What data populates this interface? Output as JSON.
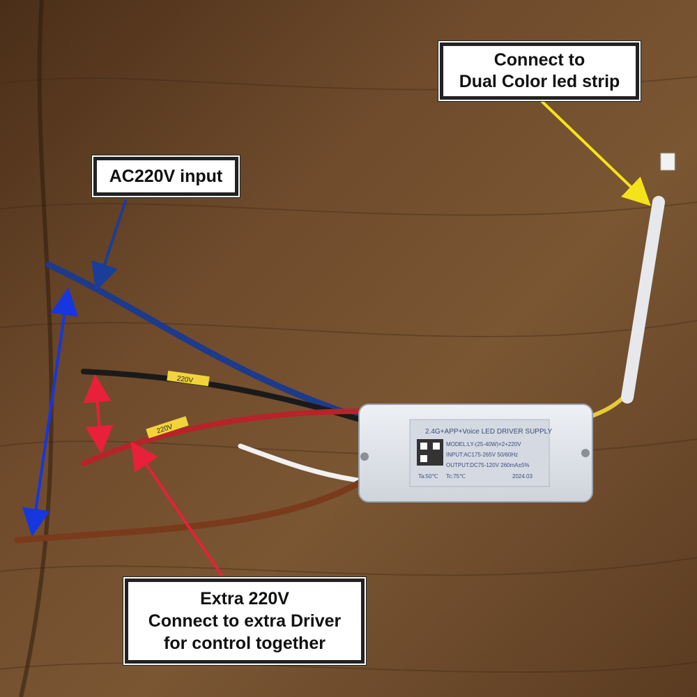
{
  "callouts": {
    "strip": {
      "line1": "Connect to",
      "line2": "Dual Color led strip"
    },
    "ac_input": {
      "text": "AC220V input"
    },
    "extra": {
      "line1": "Extra 220V",
      "line2": "Connect to extra Driver",
      "line3": "for control together"
    }
  },
  "driver_label": {
    "title": "2.4G+APP+Voice LED DRIVER SUPPLY",
    "model": "MODEL:LY-(25-40W)×2+220V",
    "input": "INPUT:AC175-265V 50/60Hz",
    "output": "OUTPUT:DC75-120V 260mA±5%",
    "ta": "Ta:50℃",
    "tc": "Tc:75℃",
    "date": "2024.03"
  },
  "wire_tags": {
    "black_wire": "220V",
    "red_wire": "220V"
  },
  "colors": {
    "wood": "#6b4a2e",
    "arrow_blue": "#1636e0",
    "arrow_red": "#e8203a",
    "arrow_yellow": "#f5e31a",
    "wire_blue": "#1e3a8a",
    "wire_brown": "#7a3a1c",
    "wire_red": "#b8232a",
    "wire_black": "#1a1a1a",
    "driver_body": "#dfe3ea"
  }
}
